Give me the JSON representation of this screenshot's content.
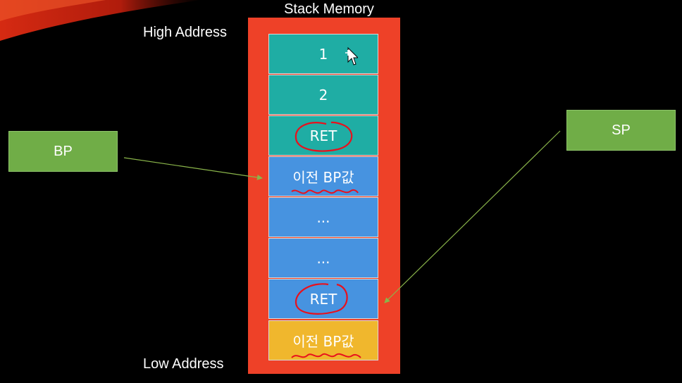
{
  "title": "Stack Memory",
  "high_address": "High Address",
  "low_address": "Low Address",
  "colors": {
    "frame": "#ee4128",
    "teal": "#1fada4",
    "blue": "#4793e0",
    "yellow": "#f0b72d",
    "pointer_box": "#70ad47",
    "arrow": "#8ab54a",
    "annotation": "#e8111d"
  },
  "cells": [
    {
      "label": "1",
      "color": "teal"
    },
    {
      "label": "2",
      "color": "teal"
    },
    {
      "label": "RET",
      "color": "teal"
    },
    {
      "label": "이전 BP값",
      "color": "blue"
    },
    {
      "label": "...",
      "color": "blue"
    },
    {
      "label": "...",
      "color": "blue"
    },
    {
      "label": "RET",
      "color": "blue"
    },
    {
      "label": "이전 BP값",
      "color": "yellow"
    }
  ],
  "bp_label": "BP",
  "sp_label": "SP"
}
